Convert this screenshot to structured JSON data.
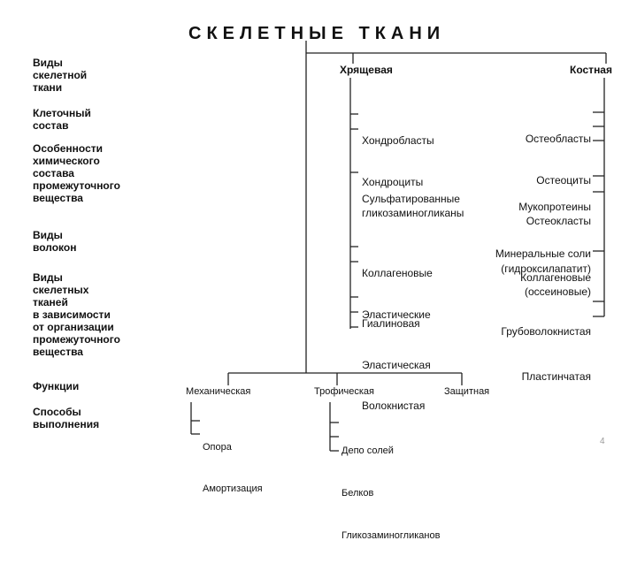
{
  "title": "СКЕЛЕТНЫЕ ТКАНИ",
  "rows": [
    "Виды\nскелетной\nткани",
    "Клеточный\nсостав",
    "Особенности\nхимического\nсостава\nпромежуточного\nвещества",
    "Виды\nволокон",
    "Виды\nскелетных\nтканей\nв зависимости\nот организации\nпромежуточного\nвещества",
    "Функции",
    "Способы\nвыполнения"
  ],
  "cartilage": {
    "label": "Хрящевая",
    "groups": [
      [
        "Хондробласты",
        "Хондроциты"
      ],
      [
        "Сульфатированные\nгликозаминогликаны"
      ],
      [
        "Коллагеновые",
        "Эластические"
      ],
      [
        "Гиалиновая",
        "Эластическая",
        "Волокнистая"
      ]
    ]
  },
  "bone": {
    "label": "Костная",
    "groups": [
      [
        "Остеобласты",
        "Остеоциты",
        "Остеокласты"
      ],
      [
        "Мукопротеины",
        "Минеральные соли\n(гидроксилапатит)"
      ],
      [
        "Коллагеновые\n(оссеиновые)"
      ],
      [
        "Грубоволокнистая",
        "Пластинчатая"
      ]
    ]
  },
  "functions": {
    "mechanical": {
      "label": "Механическая",
      "items": [
        "Опора",
        "Амортизация"
      ]
    },
    "trophic": {
      "label": "Трофическая",
      "items": [
        "Депо солей",
        "Белков",
        "Гликозаминогликанов"
      ]
    },
    "protective": {
      "label": "Защитная"
    }
  },
  "page_number": "4",
  "colors": {
    "ink": "#111111",
    "lines": "#222222",
    "page_number": "#9a9a9a"
  }
}
